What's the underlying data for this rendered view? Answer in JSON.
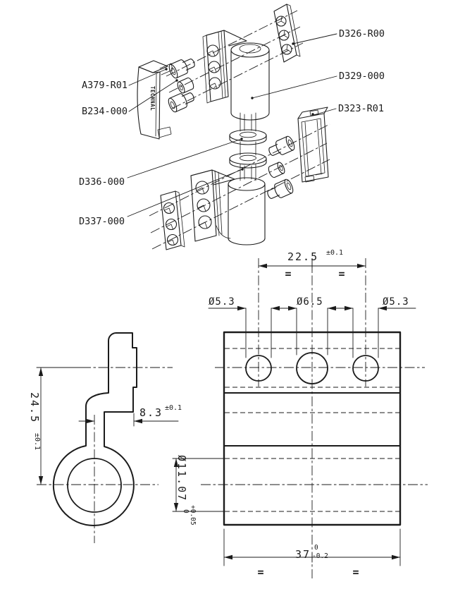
{
  "colors": {
    "ink": "#1b1b1b",
    "background": "#ffffff"
  },
  "exploded": {
    "brand": "TECHNAL",
    "labels": {
      "a379": "A379-R01",
      "b234": "B234-000",
      "d326": "D326-R00",
      "d329": "D329-000",
      "d323": "D323-R01",
      "d336": "D336-000",
      "d337": "D337-000"
    }
  },
  "front_view": {
    "hole_spacing": {
      "value": "22.5",
      "tolerance": "±0.1"
    },
    "hole_diameters": {
      "left": "Ø5.3",
      "center": "Ø6.5",
      "right": "Ø5.3"
    },
    "bore": {
      "value": "Ø11.07",
      "tolerance_upper": "+0.05",
      "tolerance_lower": "0"
    },
    "width": {
      "value": "37",
      "tolerance_upper": "0",
      "tolerance_lower": "-0.2"
    },
    "equal_spacing_symbol": "="
  },
  "side_view": {
    "height": {
      "value": "24.5",
      "tolerance": "±0.1"
    },
    "offset": {
      "value": "8.3",
      "tolerance": "±0.1"
    }
  }
}
